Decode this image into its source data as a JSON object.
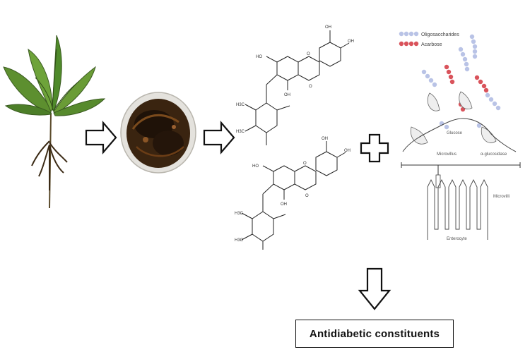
{
  "flow": {
    "steps": [
      {
        "icon": "plant-icon"
      },
      {
        "icon": "extract-bowl-icon"
      },
      {
        "icon": "chemical-structure-icon"
      },
      {
        "icon": "enzyme-mechanism-icon"
      }
    ],
    "connectors": [
      "arrow-right",
      "arrow-right",
      "plus",
      "arrow-down"
    ]
  },
  "mechanism": {
    "legend": [
      {
        "label": "Oligosaccharides",
        "color": "#b9c3e6"
      },
      {
        "label": "Acarbose",
        "color": "#d9535b"
      }
    ],
    "labels": {
      "glucose": "Glucose",
      "microvillus": "Microvillus",
      "glucosidase": "α-glucosidase",
      "microvilli": "Microvilli",
      "enterocyte": "Enterocyte"
    }
  },
  "structure": {
    "atoms_top": [
      "OH",
      "OH",
      "O",
      "HO",
      "OH",
      "O",
      "H3C",
      "H3C"
    ],
    "atoms_bottom": [
      "OH",
      "OH",
      "O",
      "HO",
      "OH",
      "O",
      "H3C",
      "H3C"
    ]
  },
  "result": {
    "label": "Antidiabetic constituents"
  }
}
